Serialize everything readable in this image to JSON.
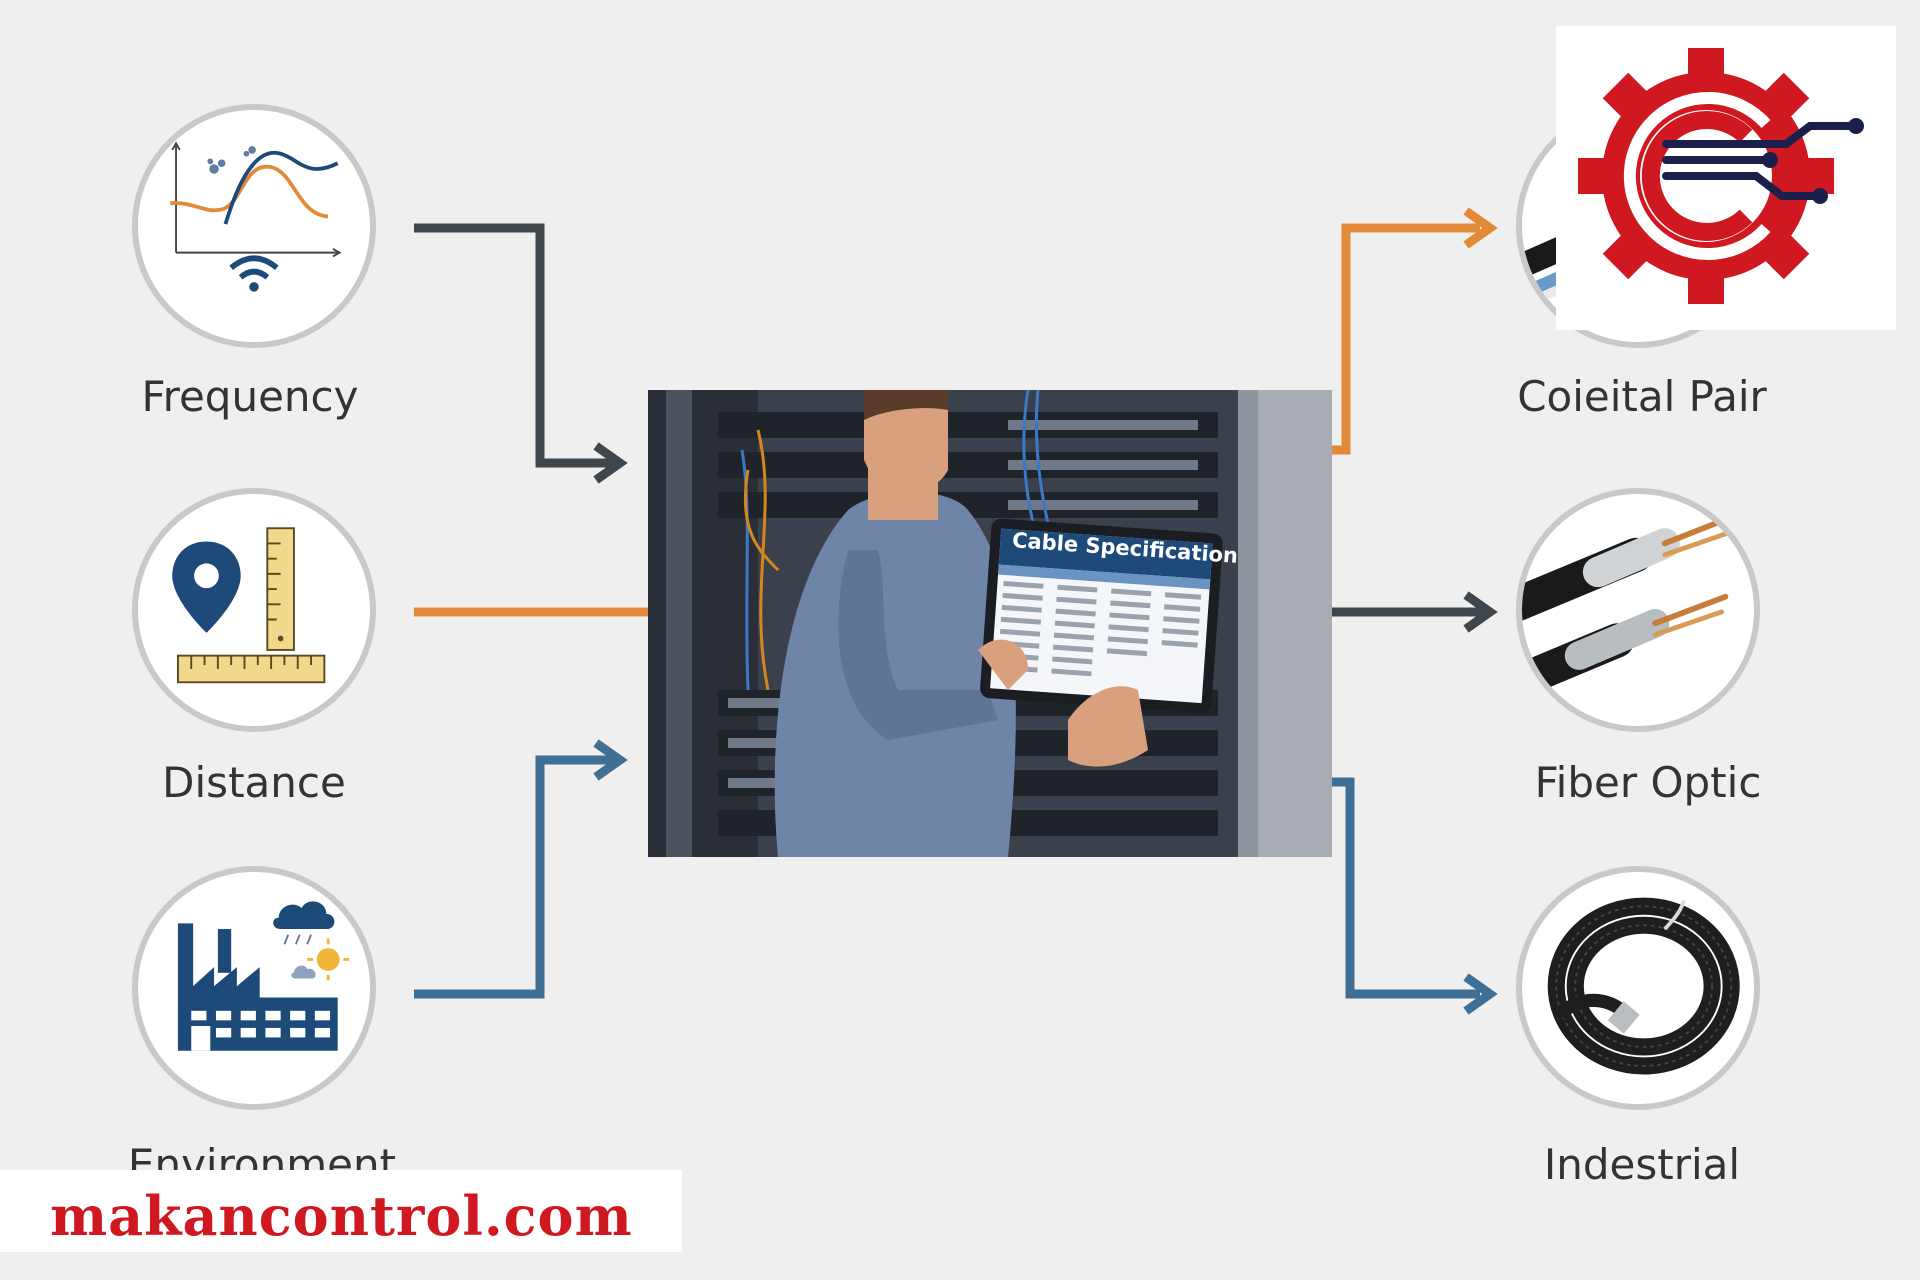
{
  "inputs": [
    {
      "label": "Frequency",
      "icon": "frequency-chart-icon"
    },
    {
      "label": "Distance",
      "icon": "location-ruler-icon"
    },
    {
      "label": "Environment",
      "icon": "factory-weather-icon"
    }
  ],
  "outputs": [
    {
      "label": "Coieital Pair",
      "icon": "twisted-pair-cable-icon"
    },
    {
      "label": "Fiber Optic",
      "icon": "coaxial-cable-icon"
    },
    {
      "label": "Indestrial",
      "icon": "coiled-cable-icon"
    }
  ],
  "center": {
    "tablet_title": "Cable Specification"
  },
  "watermark": "makancontrol.com",
  "colors": {
    "dark_arrow": "#3f474d",
    "orange_arrow": "#e38a3a",
    "blue_arrow": "#3f6f94",
    "navy": "#1e4a7a",
    "brand_red": "#d01820",
    "brand_navy": "#1b1f4b"
  }
}
